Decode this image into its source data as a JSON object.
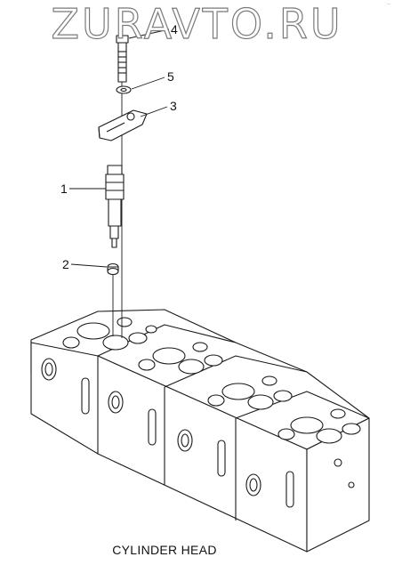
{
  "watermark": "ZURAVTO.RU",
  "corner_mark": "⁻",
  "callouts": [
    {
      "id": "4",
      "label": "4"
    },
    {
      "id": "5",
      "label": "5"
    },
    {
      "id": "3",
      "label": "3"
    },
    {
      "id": "1",
      "label": "1"
    },
    {
      "id": "2",
      "label": "2"
    }
  ],
  "caption": "CYLINDER HEAD",
  "colors": {
    "line": "#1a1a1a",
    "fill": "#ffffff",
    "watermark_stroke": "#7a7a7a"
  }
}
